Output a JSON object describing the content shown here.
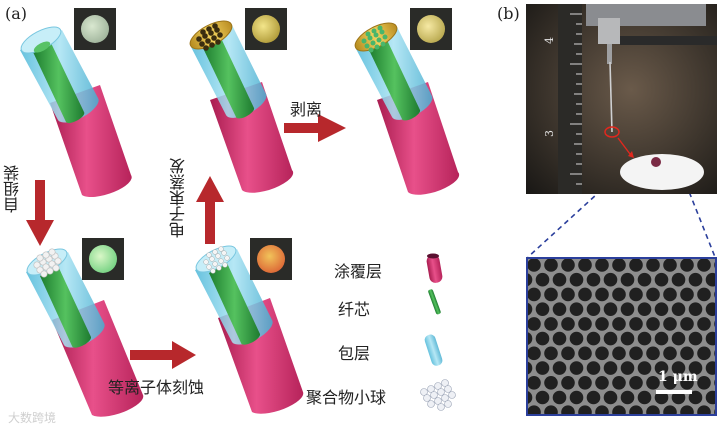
{
  "panels": {
    "a": "(a)",
    "b": "(b)"
  },
  "steps": {
    "self_assembly": "自组装",
    "plasma_etching": "等离子体刻蚀",
    "ebeam_evaporation": "电子束蒸发",
    "liftoff": "剥离"
  },
  "legend": [
    {
      "label": "涂覆层",
      "icon": "coating-layer-icon"
    },
    {
      "label": "纤芯",
      "icon": "fiber-core-icon"
    },
    {
      "label": "包层",
      "icon": "cladding-icon"
    },
    {
      "label": "聚合物小球",
      "icon": "polymer-spheres-icon"
    }
  ],
  "ruler_ticks": [
    "4",
    "3"
  ],
  "scale_bar": "1 μm",
  "watermark": "大数跨境",
  "colors": {
    "coating": "#d42e6b",
    "core": "#2fa244",
    "cladding": "#6cc8e4",
    "arrow": "#b7282c",
    "sem_border": "#2b3f9c"
  }
}
